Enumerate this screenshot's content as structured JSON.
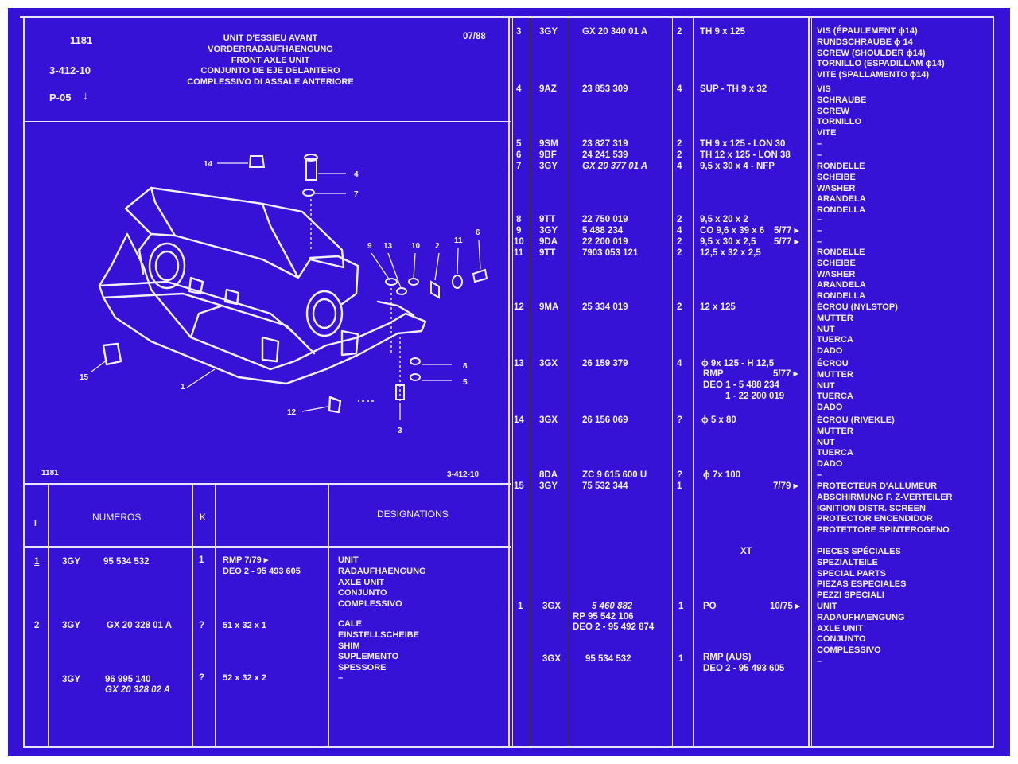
{
  "header": {
    "ref": "1181",
    "code": "3-412-10",
    "page": "P-05",
    "date": "07/88",
    "titles": [
      "UNIT D'ESSIEU AVANT",
      "VORDERRADAUFHAENGUNG",
      "FRONT AXLE UNIT",
      "CONJUNTO DE EJE DELANTERO",
      "COMPLESSIVO DI ASSALE ANTERIORE"
    ]
  },
  "figure": {
    "footer_left": "1181",
    "footer_right": "3-412-10",
    "callouts": [
      "1",
      "2",
      "3",
      "4",
      "5",
      "6",
      "7",
      "8",
      "9",
      "10",
      "11",
      "12",
      "13",
      "14",
      "15"
    ]
  },
  "table_header": {
    "col_i": "I",
    "col_numeros": "NUMEROS",
    "col_k": "K",
    "col_designations": "DESIGNATIONS"
  },
  "rows_left": [
    {
      "item": "1",
      "code": "3GY",
      "num": "95 534 532",
      "k": "1",
      "note": [
        "RMP 7/79 ▸",
        "DEO 2 - 95 493 605"
      ],
      "desig": [
        "UNIT",
        "RADAUFHAENGUNG",
        "AXLE UNIT",
        "CONJUNTO",
        "COMPLESSIVO"
      ]
    },
    {
      "item": "2",
      "code": "3GY",
      "num": "GX 20 328 01 A",
      "k": "?",
      "note": [
        "51 x 32 x 1"
      ],
      "desig": [
        "CALE",
        "EINSTELLSCHEIBE",
        "SHIM",
        "SUPLEMENTO",
        "SPESSORE"
      ]
    },
    {
      "item": "",
      "code": "3GY",
      "num": "96 995 140",
      "num2": "GX 20 328 02 A",
      "k": "?",
      "note": [
        "52 x 32 x 2"
      ],
      "desig": [
        "–"
      ]
    }
  ],
  "rows_right": [
    {
      "item": "3",
      "code": "3GY",
      "num": "GX 20 340 01 A",
      "k": "2",
      "note": "TH 9 x 125"
    },
    {
      "item": "4",
      "code": "9AZ",
      "num": "23 853 309",
      "k": "4",
      "note": "SUP - TH 9 x 32"
    },
    {
      "item": "5",
      "code": "9SM",
      "num": "23 827 319",
      "k": "2",
      "note": "TH 9 x 125 - LON 30"
    },
    {
      "item": "6",
      "code": "9BF",
      "num": "24 241 539",
      "k": "2",
      "note": "TH 12 x 125 - LON 38"
    },
    {
      "item": "7",
      "code": "3GY",
      "num": "GX 20 377 01 A",
      "k": "4",
      "note": "9,5 x 30 x 4 - NFP"
    },
    {
      "item": "8",
      "code": "9TT",
      "num": "22 750 019",
      "k": "2",
      "note": "9,5 x 20 x 2"
    },
    {
      "item": "9",
      "code": "3GY",
      "num": "5 488 234",
      "k": "4",
      "note": "CO 9,6 x 39 x 6",
      "date": "5/77 ▸"
    },
    {
      "item": "10",
      "code": "9DA",
      "num": "22 200 019",
      "k": "2",
      "note": "9,5 x 30 x 2,5",
      "date": "5/77 ▸"
    },
    {
      "item": "11",
      "code": "9TT",
      "num": "7903 053 121",
      "k": "2",
      "note": "12,5 x 32 x 2,5"
    },
    {
      "item": "12",
      "code": "9MA",
      "num": "25 334 019",
      "k": "2",
      "note": "12 x 125"
    },
    {
      "item": "13",
      "code": "3GX",
      "num": "26 159 379",
      "k": "4",
      "note": "ϕ 9x 125 - H 12,5",
      "note2": "RMP",
      "date": "5/77 ▸",
      "note3": "DEO 1 - 5 488 234",
      "note4": "1 - 22 200 019"
    },
    {
      "item": "14",
      "code": "3GX",
      "num": "26 156 069",
      "k": "?",
      "note": "ϕ 5 x 80"
    },
    {
      "item": "",
      "code": "8DA",
      "num": "ZC 9 615 600 U",
      "k": "?",
      "note": "ϕ 7x 100"
    },
    {
      "item": "15",
      "code": "3GY",
      "num": "75 532 344",
      "k": "1",
      "note": "",
      "date": "7/79 ▸"
    },
    {
      "item": "",
      "code": "",
      "num": "",
      "k": "",
      "note": "XT"
    },
    {
      "item": "1",
      "code": "3GX",
      "num": "5 460 882",
      "num2": "RP 95 542 106",
      "num3": "DEO 2 - 95 492 874",
      "k": "1",
      "note": "PO",
      "date": "10/75 ▸"
    },
    {
      "item": "",
      "code": "3GX",
      "num": "95 534 532",
      "k": "1",
      "note": "RMP (AUS)",
      "note2": "DEO 2 - 95 493 605"
    }
  ],
  "desig_right": {
    "vis1": [
      "VIS (ÉPAULEMENT ϕ14)",
      "RUNDSCHRAUBE ϕ 14",
      "SCREW (SHOULDER ϕ14)",
      "TORNILLO (ESPADILLAM ϕ14)",
      "VITE (SPALLAMENTO ϕ14)"
    ],
    "vis2": [
      "VIS",
      "SCHRAUBE",
      "SCREW",
      "TORNILLO",
      "VITE"
    ],
    "dash_a": [
      "–",
      "–"
    ],
    "rondelle1": [
      "RONDELLE",
      "SCHEIBE",
      "WASHER",
      "ARANDELA",
      "RONDELLA"
    ],
    "dash_b": [
      "–",
      "–",
      "–"
    ],
    "rondelle2": [
      "RONDELLE",
      "SCHEIBE",
      "WASHER",
      "ARANDELA",
      "RONDELLA"
    ],
    "ecrou_nylstop": [
      "ÉCROU (NYLSTOP)",
      "MUTTER",
      "NUT",
      "TUERCA",
      "DADO"
    ],
    "ecrou": [
      "ÉCROU",
      "MUTTER",
      "NUT",
      "TUERCA",
      "DADO"
    ],
    "ecrou_rivekle": [
      "ÉCROU (RIVEKLE)",
      "MUTTER",
      "NUT",
      "TUERCA",
      "DADO"
    ],
    "dash_c": [
      "–"
    ],
    "protecteur": [
      "PROTECTEUR D'ALLUMEUR",
      "ABSCHIRMUNG F. Z-VERTEILER",
      "IGNITION DISTR. SCREEN",
      "PROTECTOR ENCENDIDOR",
      "PROTETTORE SPINTEROGENO"
    ],
    "pieces": [
      "PIECES SPÉCIALES",
      "SPEZIALTEILE",
      "SPECIAL PARTS",
      "PIEZAS ESPECIALES",
      "PEZZI SPECIALI"
    ],
    "unit": [
      "UNIT",
      "RADAUFHAENGUNG",
      "AXLE UNIT",
      "CONJUNTO",
      "COMPLESSIVO",
      "–"
    ]
  },
  "colors": {
    "background": "#3512d6",
    "ink": "#f4f2ff"
  }
}
